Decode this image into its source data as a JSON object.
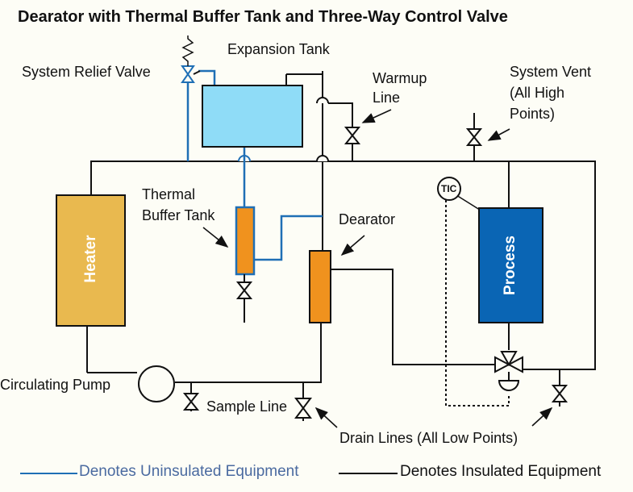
{
  "title": "Dearator with Thermal Buffer Tank and Three-Way Control Valve",
  "labels": {
    "system_relief_valve": "System Relief Valve",
    "expansion_tank": "Expansion Tank",
    "warmup_line_1": "Warmup",
    "warmup_line_2": "Line",
    "system_vent_1": "System Vent",
    "system_vent_2": "(All High",
    "system_vent_3": "Points)",
    "thermal_buffer_1": "Thermal",
    "thermal_buffer_2": "Buffer Tank",
    "dearator": "Dearator",
    "heater": "Heater",
    "process": "Process",
    "tic": "TIC",
    "circulating_pump": "Circulating Pump",
    "sample_line": "Sample Line",
    "drain_lines": "Drain Lines (All Low Points)"
  },
  "legend": {
    "uninsulated": "Denotes Uninsulated Equipment",
    "insulated": "Denotes Insulated Equipment"
  },
  "colors": {
    "uninsulated_line": "#1f6fb5",
    "insulated_line": "#111111",
    "expansion_tank_fill": "#8fdcf7",
    "heater_fill": "#e9b94f",
    "process_fill": "#0a65b4",
    "tank_fill": "#f0921e"
  }
}
